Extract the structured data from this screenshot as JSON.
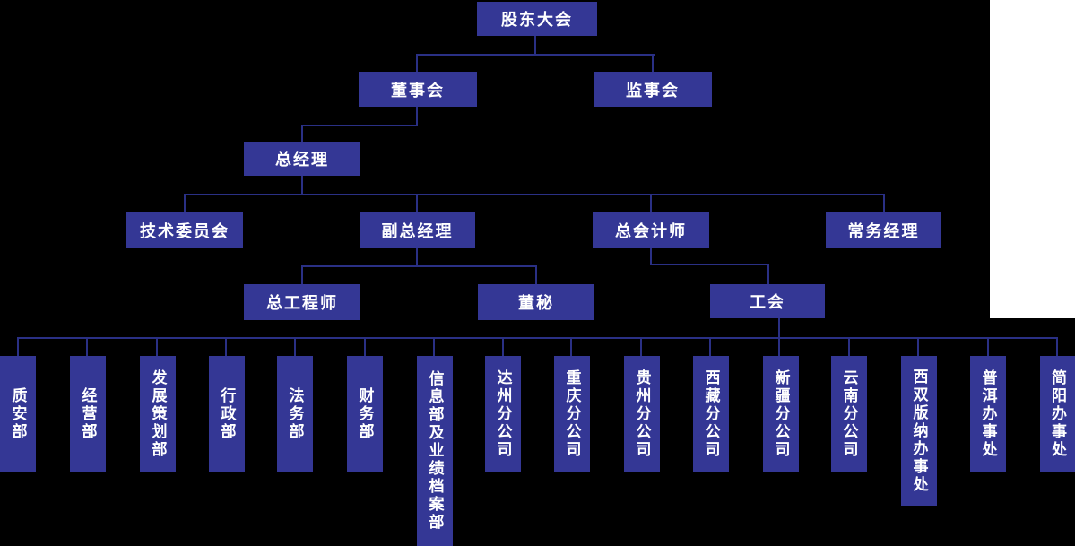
{
  "org": {
    "colors": {
      "background": "#000000",
      "box": "#343795",
      "line": "#2a3085",
      "text": "#ffffff",
      "overlay": "#ffffff"
    },
    "nodes": {
      "shareholders_meeting": "股东大会",
      "board_of_directors": "董事会",
      "supervisory_board": "监事会",
      "general_manager": "总经理",
      "technical_committee": "技术委员会",
      "deputy_general_manager": "副总经理",
      "chief_accountant": "总会计师",
      "executive_manager": "常务经理",
      "chief_engineer": "总工程师",
      "board_secretary": "董秘",
      "labor_union": "工会"
    },
    "bottom_row": [
      "质安部",
      "经营部",
      "发展策划部",
      "行政部",
      "法务部",
      "财务部",
      "信息部及业绩档案部",
      "达州分公司",
      "重庆分公司",
      "贵州分公司",
      "西藏分公司",
      "新疆分公司",
      "云南分公司",
      "西双版纳办事处",
      "普洱办事处",
      "简阳办事处"
    ]
  }
}
